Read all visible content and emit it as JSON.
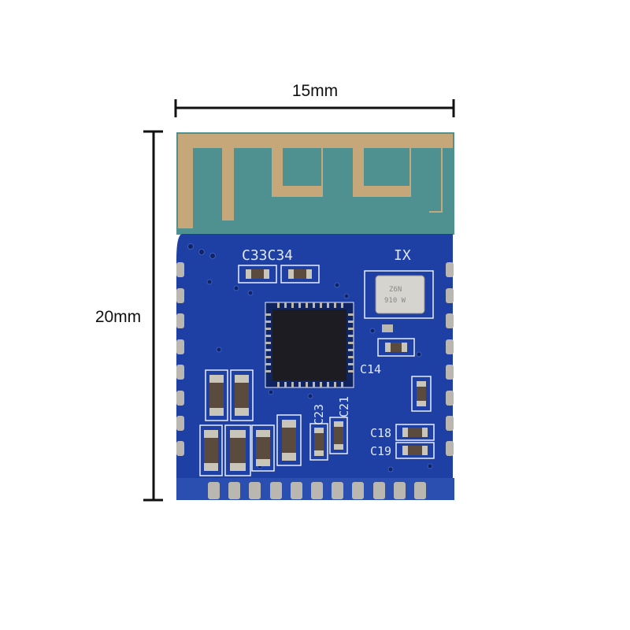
{
  "dimensions": {
    "width_label": "15mm",
    "height_label": "20mm"
  },
  "board": {
    "silkscreen_top_left": "C33C34",
    "silkscreen_top_right": "IX",
    "silkscreen_labels": [
      "C14",
      "C21",
      "C23",
      "C18",
      "C19"
    ],
    "crystal_marking_line1": "Z6N",
    "crystal_marking_line2": "910 W"
  },
  "colors": {
    "pcb_blue": "#1e3fa3",
    "antenna_copper": "#c6a77a",
    "antenna_substrate": "#4f9191",
    "pad_metal": "#b9b7b0",
    "chip_black": "#1d1c22"
  }
}
